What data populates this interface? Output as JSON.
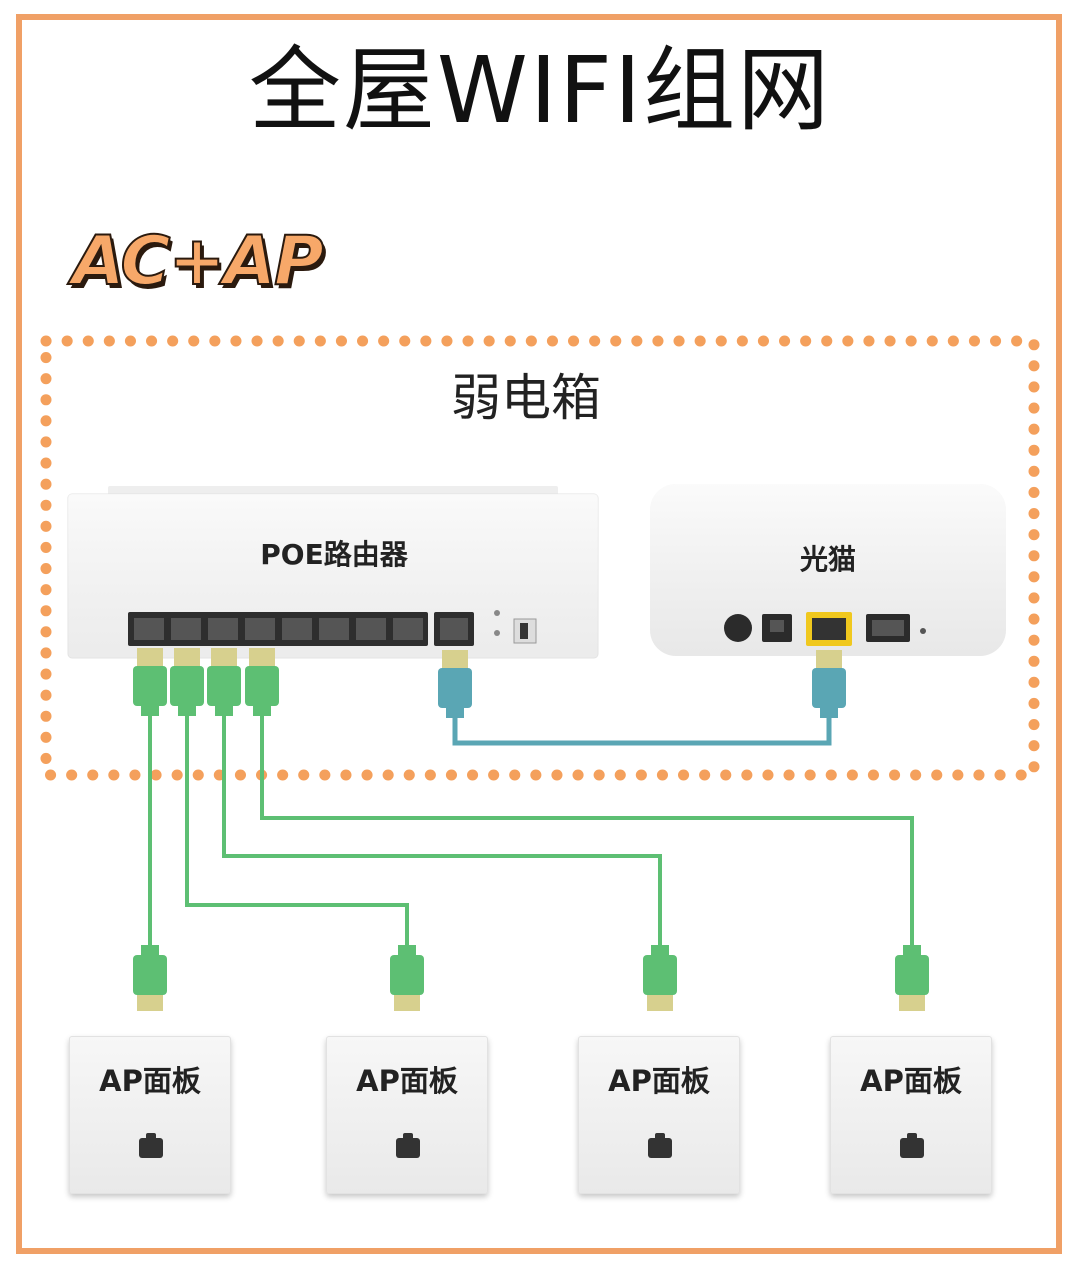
{
  "title": "全屋WIFI组网",
  "mode_label": "AC+AP",
  "cabinet_label": "弱电箱",
  "router_label": "POE路由器",
  "modem_label": "光猫",
  "ap_panels": [
    {
      "label": "AP面板"
    },
    {
      "label": "AP面板"
    },
    {
      "label": "AP面板"
    },
    {
      "label": "AP面板"
    }
  ],
  "colors": {
    "frame": "#f0a066",
    "dots": "#f4a05c",
    "green_cable": "#5dbf73",
    "blue_cable": "#5aa6b4"
  }
}
